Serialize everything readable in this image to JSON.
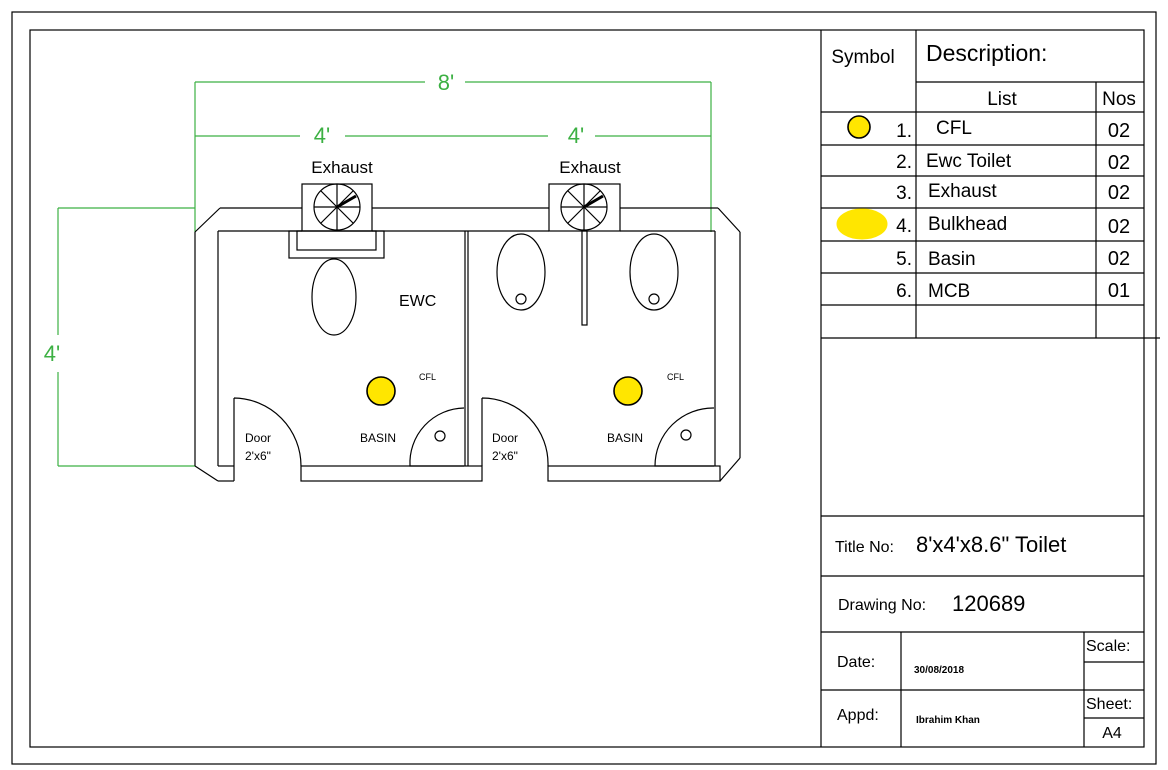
{
  "colors": {
    "dimension": "#3cb043",
    "light_fill": "#ffe600",
    "line": "#000000"
  },
  "dimensions": {
    "total_width": "8'",
    "left_width": "4'",
    "right_width": "4'",
    "depth": "4'"
  },
  "plan": {
    "left": {
      "exhaust": "Exhaust",
      "ewc": "EWC",
      "cfl": "CFL",
      "door": "Door",
      "door_size": "2'x6\"",
      "basin": "BASIN"
    },
    "right": {
      "exhaust": "Exhaust",
      "cfl": "CFL",
      "door": "Door",
      "door_size": "2'x6\"",
      "basin": "BASIN"
    }
  },
  "legend": {
    "symbol_header": "Symbol",
    "description_header": "Description:",
    "list_header": "List",
    "nos_header": "Nos",
    "items": [
      {
        "num": "1.",
        "name": "CFL",
        "nos": "02",
        "symbol": "cfl-circle"
      },
      {
        "num": "2.",
        "name": "Ewc Toilet",
        "nos": "02",
        "symbol": ""
      },
      {
        "num": "3.",
        "name": "Exhaust",
        "nos": "02",
        "symbol": ""
      },
      {
        "num": "4.",
        "name": "Bulkhead",
        "nos": "02",
        "symbol": "bulkhead-ellipse"
      },
      {
        "num": "5.",
        "name": "Basin",
        "nos": "02",
        "symbol": ""
      },
      {
        "num": "6.",
        "name": "MCB",
        "nos": "01",
        "symbol": ""
      }
    ]
  },
  "title_block": {
    "title_label": "Title No:",
    "title_value": "8'x4'x8.6\" Toilet",
    "drawing_label": "Drawing No:",
    "drawing_value": "120689",
    "date_label": "Date:",
    "date_value": "30/08/2018",
    "scale_label": "Scale:",
    "scale_value": "",
    "appd_label": "Appd:",
    "appd_value": "Ibrahim Khan",
    "sheet_label": "Sheet:",
    "sheet_value": "A4"
  }
}
